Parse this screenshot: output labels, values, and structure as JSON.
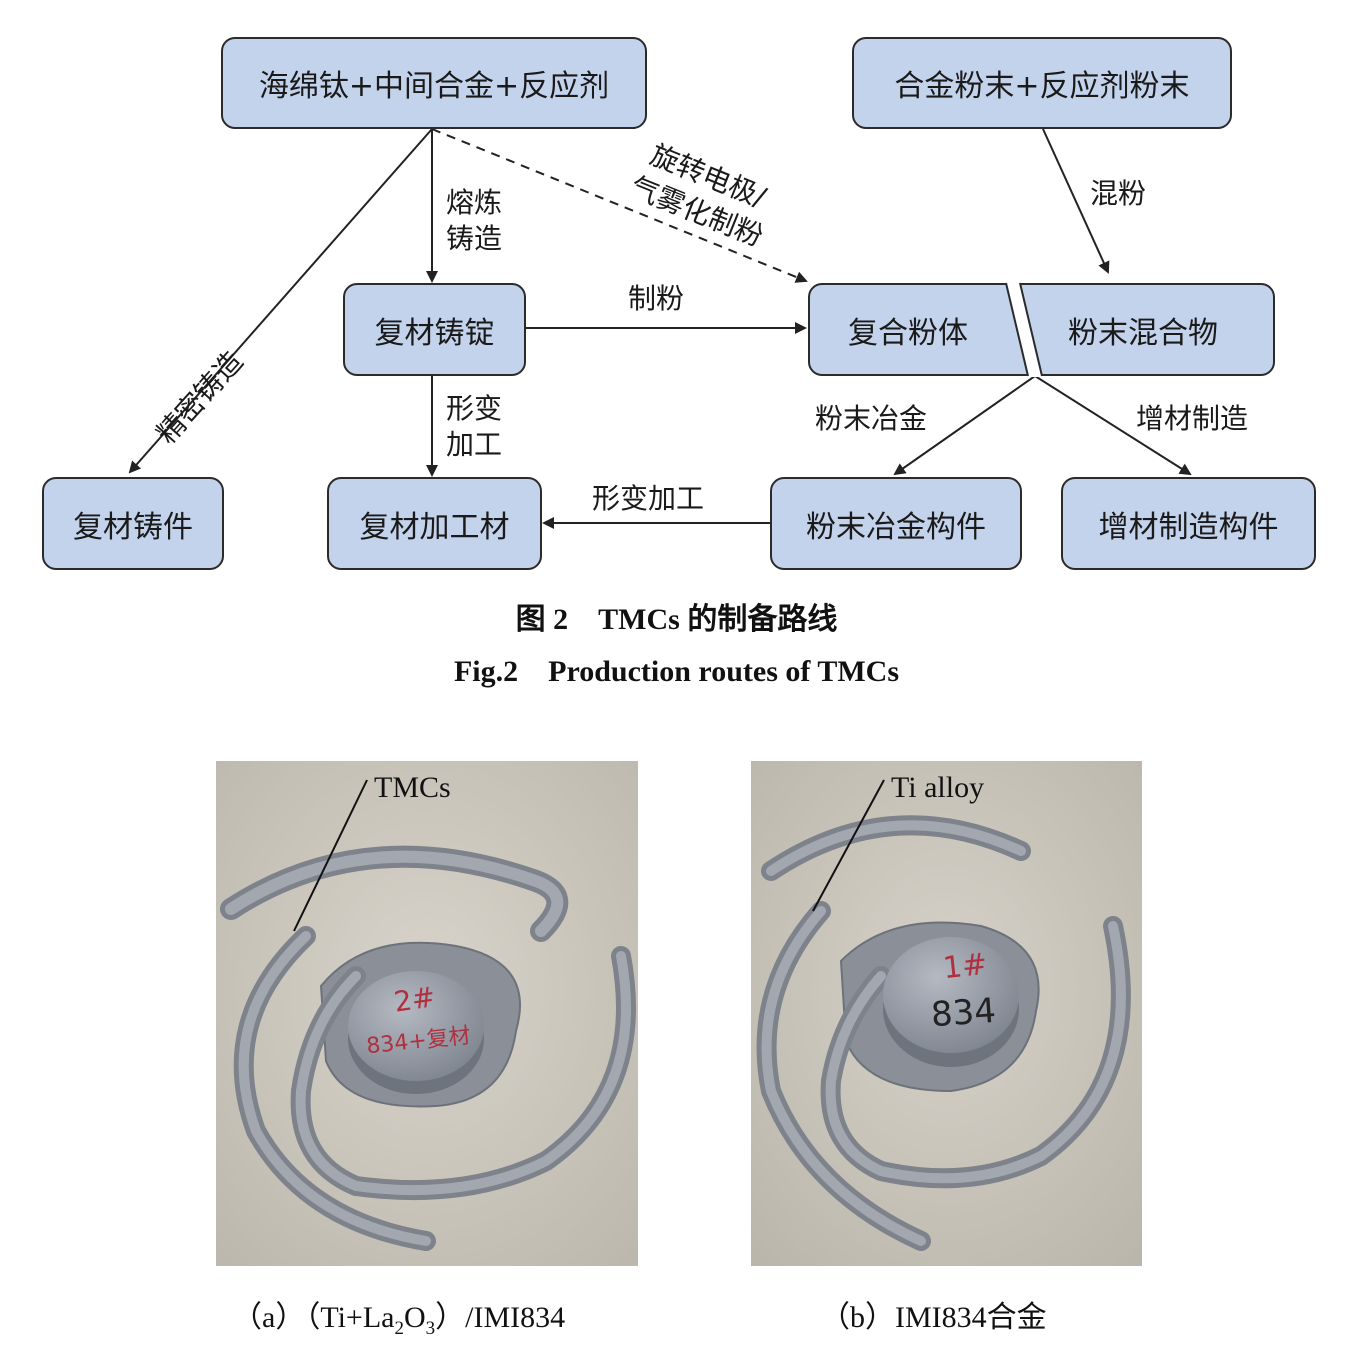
{
  "diagram": {
    "nodes": {
      "raw_sponge": "海绵钛+中间合金+反应剂",
      "raw_powder": "合金粉末+反应剂粉末",
      "ingot": "复材铸锭",
      "composite_powder": "复合粉体",
      "powder_mixture": "粉末混合物",
      "casting": "复材铸件",
      "wrought": "复材加工材",
      "pm_part": "粉末冶金构件",
      "am_part": "增材制造构件"
    },
    "edges": {
      "precision_casting": "精密铸造",
      "melt_cast_1": "熔炼",
      "melt_cast_2": "铸造",
      "atomize_1": "旋转电极/",
      "atomize_2": "气雾化制粉",
      "mix_powder": "混粉",
      "make_powder": "制粉",
      "deform_1": "形变",
      "deform_2": "加工",
      "powder_metallurgy": "粉末冶金",
      "additive_mfg": "增材制造",
      "deform_processing": "形变加工"
    }
  },
  "figure2": {
    "caption_cn": "图 2　TMCs 的制备路线",
    "caption_en": "Fig.2　Production routes of TMCs"
  },
  "photos": {
    "a": {
      "annotation": "TMCs",
      "marking_1": "2#",
      "marking_2": "834+复材",
      "caption_prefix": "（a）（Ti+La",
      "caption_sub1": "2",
      "caption_mid": "O",
      "caption_sub2": "3",
      "caption_suffix": "）/IMI834"
    },
    "b": {
      "annotation": "Ti alloy",
      "marking_1": "1#",
      "marking_2": "834",
      "caption": "（b）IMI834合金"
    }
  },
  "colors": {
    "node_fill": "#c4d3ec",
    "node_border": "#2b2b2b",
    "photo_background": "#c9c5bb",
    "part_metal": "#8e939c",
    "marker_red": "#b03040"
  }
}
